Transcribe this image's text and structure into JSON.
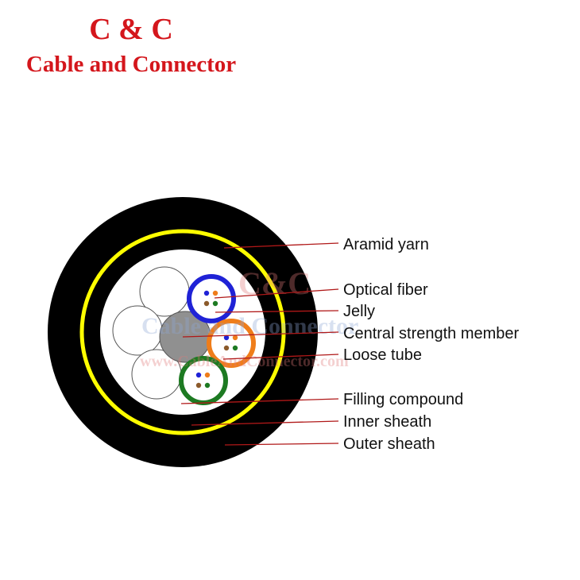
{
  "brand": {
    "abbr": "C & C",
    "name": "Cable and Connector",
    "color": "#d4161c"
  },
  "watermark": {
    "abbr": "C&C",
    "name": "Cable and Connector",
    "url": "www.CableAndConnector.com"
  },
  "labels": [
    {
      "id": "aramid-yarn",
      "text": "Aramid yarn"
    },
    {
      "id": "optical-fiber",
      "text": "Optical fiber"
    },
    {
      "id": "jelly",
      "text": "Jelly"
    },
    {
      "id": "central-strength-member",
      "text": "Central strength member"
    },
    {
      "id": "loose-tube",
      "text": "Loose tube"
    },
    {
      "id": "filling-compound",
      "text": "Filling compound"
    },
    {
      "id": "inner-sheath",
      "text": "Inner sheath"
    },
    {
      "id": "outer-sheath",
      "text": "Outer sheath"
    }
  ],
  "colors": {
    "outer_sheath": "#000000",
    "aramid_yarn": "#ffff00",
    "core": "#ffffff",
    "central_strength_member": "#909090",
    "tube_blue": "#1f22d6",
    "tube_orange": "#ef7d1a",
    "tube_green": "#1d7a22",
    "fiber_colors": [
      "#1f22d6",
      "#ef7d1a",
      "#1d7a22",
      "#8b5a2b"
    ],
    "leader_line": "#b01818"
  }
}
